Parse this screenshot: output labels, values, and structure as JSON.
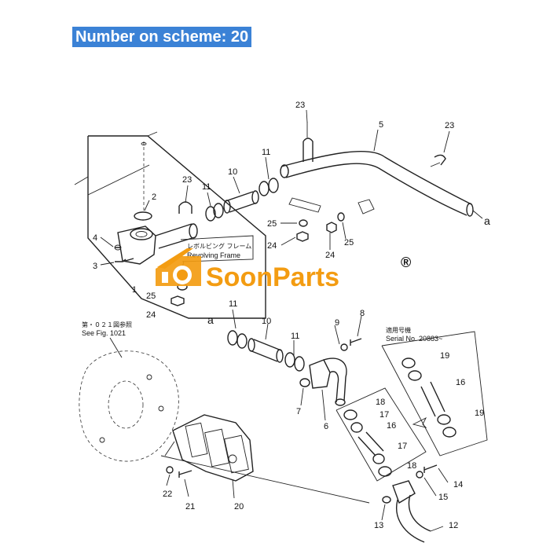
{
  "header": {
    "title": "Number on scheme: 20"
  },
  "diagram": {
    "annotations": {
      "revolving_frame_jp": "レボルビング フレーム",
      "revolving_frame_en": "Revolving Frame",
      "see_fig_jp": "第・０２１図参照",
      "see_fig_en": "See Fig. 1021",
      "serial_jp": "適用号機",
      "serial_en": "Serial No. 20883~"
    },
    "connector_letter_top": "a",
    "connector_letter_mid": "a",
    "part_numbers": {
      "p1": "1",
      "p2": "2",
      "p3": "3",
      "p4": "4",
      "p5": "5",
      "p6": "6",
      "p7": "7",
      "p8": "8",
      "p9": "9",
      "p10a": "10",
      "p10b": "10",
      "p11a": "11",
      "p11b": "11",
      "p11c": "11",
      "p11d": "11",
      "p12": "12",
      "p13": "13",
      "p14": "14",
      "p15": "15",
      "p16a": "16",
      "p16b": "16",
      "p17a": "17",
      "p17b": "17",
      "p18a": "18",
      "p18b": "18",
      "p19a": "19",
      "p19b": "19",
      "p20": "20",
      "p21": "21",
      "p22": "22",
      "p23a": "23",
      "p23b": "23",
      "p23c": "23",
      "p24a": "24",
      "p24b": "24",
      "p24c": "24",
      "p25a": "25",
      "p25b": "25",
      "p25c": "25"
    }
  },
  "watermark": {
    "brand": "SoonParts",
    "registered_mark": "®",
    "brand_color": "#f39c12",
    "icon": "gear-crane-logo-icon"
  }
}
